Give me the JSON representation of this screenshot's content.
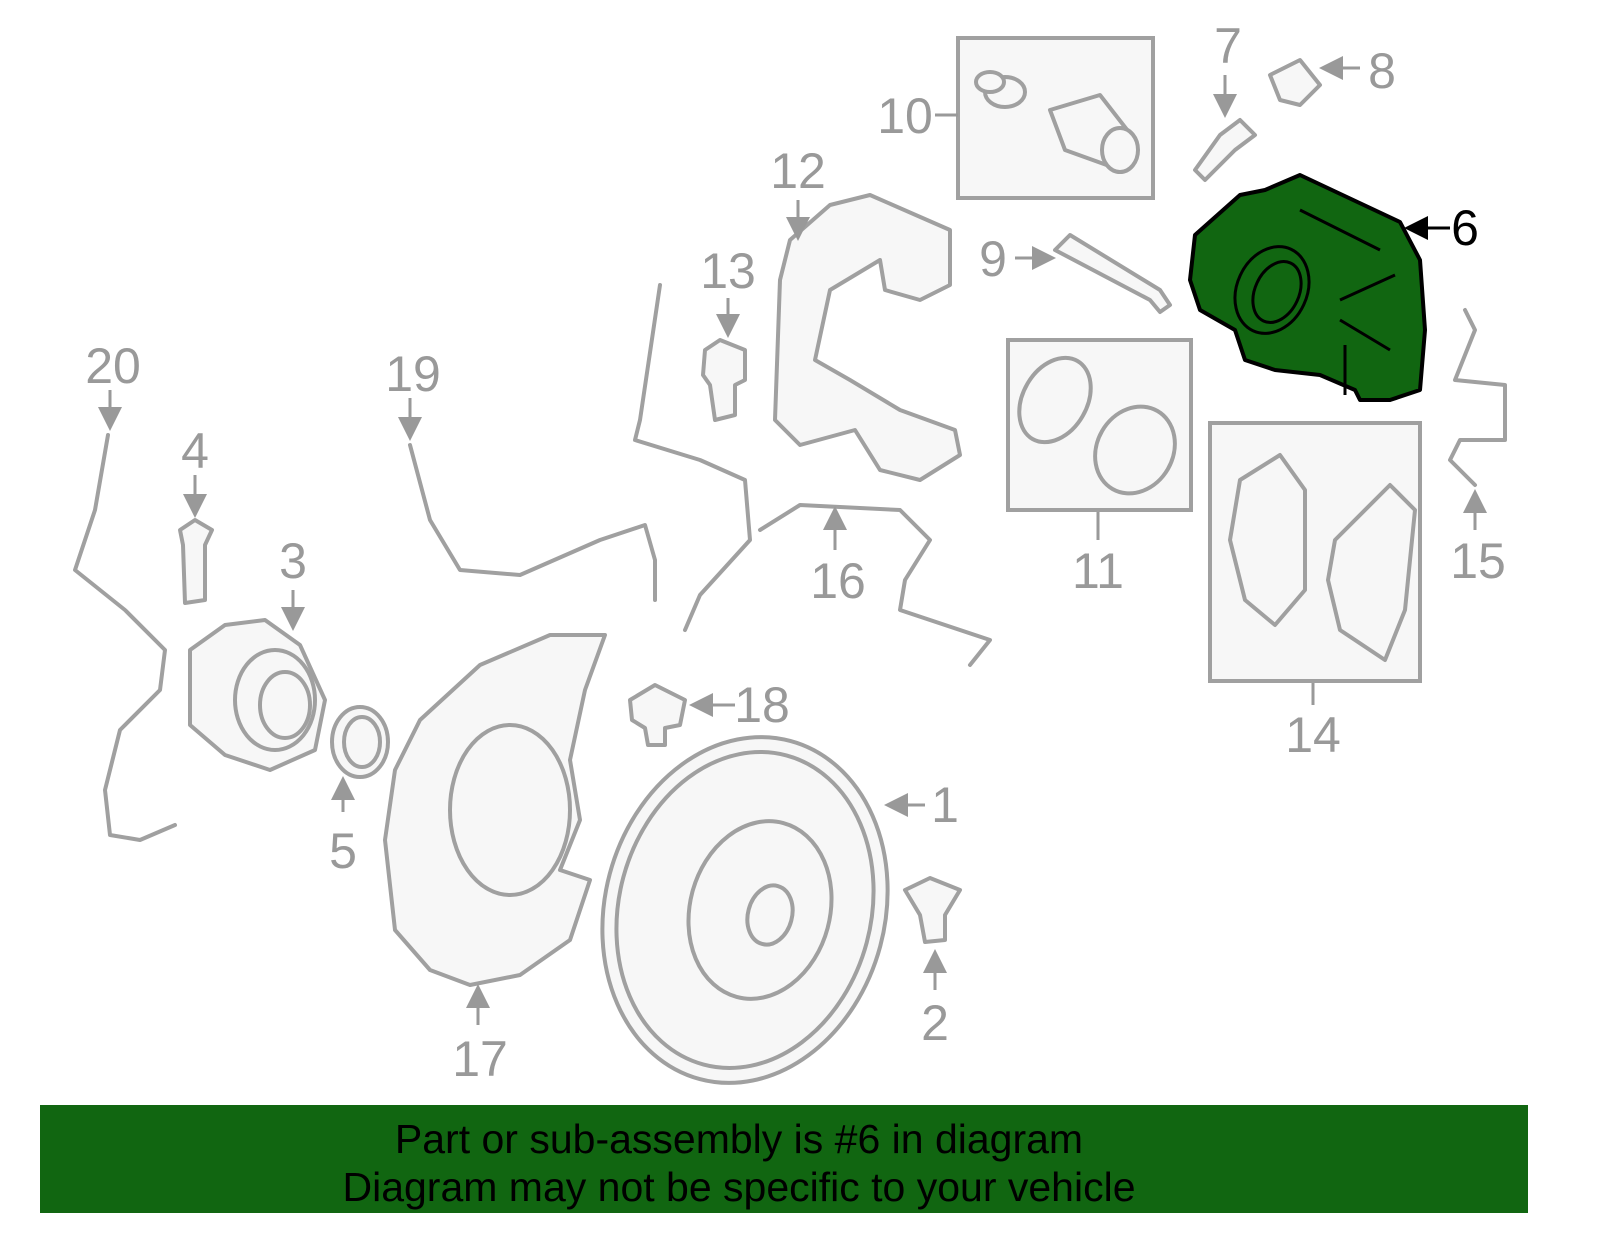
{
  "diagram": {
    "highlight_color": "#116611",
    "highlighted_part": "6",
    "callouts": [
      "1",
      "2",
      "3",
      "4",
      "5",
      "6",
      "7",
      "8",
      "9",
      "10",
      "11",
      "12",
      "13",
      "14",
      "15",
      "16",
      "17",
      "18",
      "19",
      "20"
    ]
  },
  "banner": {
    "line1": "Part or sub-assembly is #6 in diagram",
    "line2": "Diagram may not be specific to your vehicle"
  }
}
